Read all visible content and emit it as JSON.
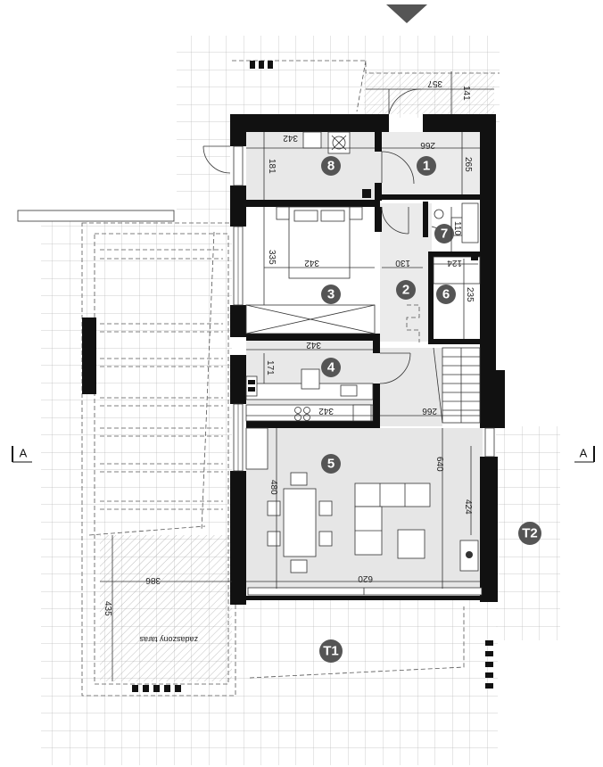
{
  "rooms": [
    {
      "id": "1",
      "num": "1",
      "badge": "badge-room-1"
    },
    {
      "id": "2",
      "num": "2",
      "badge": "badge-room-2"
    },
    {
      "id": "3",
      "num": "3",
      "badge": "badge-room-3"
    },
    {
      "id": "4",
      "num": "4",
      "badge": "badge-room-4"
    },
    {
      "id": "5",
      "num": "5",
      "badge": "badge-room-5"
    },
    {
      "id": "6",
      "num": "6",
      "badge": "badge-room-6"
    },
    {
      "id": "7",
      "num": "7",
      "badge": "badge-room-7"
    },
    {
      "id": "8",
      "num": "8",
      "badge": "badge-room-8"
    }
  ],
  "terraces": [
    {
      "id": "T1",
      "label": "T1"
    },
    {
      "id": "T2",
      "label": "T2"
    }
  ],
  "section_marks": {
    "left": "A",
    "right": "A"
  },
  "dimensions": {
    "d357": "357",
    "d141": "141",
    "d342_top": "342",
    "d266_top": "266",
    "d181": "181",
    "d265": "265",
    "d335": "335",
    "d342_bed": "342",
    "d130": "130",
    "d110": "110",
    "d124": "124",
    "d235": "235",
    "d342_kitchen": "342",
    "d171": "171",
    "d342_counter": "342",
    "d266_hall": "266",
    "d640": "640",
    "d480": "480",
    "d424": "424",
    "d620": "620",
    "d386": "386",
    "d435": "435"
  },
  "annotations": {
    "green_terrace": "zadaszony taras"
  },
  "colors": {
    "wall": "#111111",
    "badge": "#555555",
    "grid": "#bbbbbb",
    "hatch": "#999999"
  },
  "icons": [
    "north-arrow-icon",
    "section-arrow-icon"
  ]
}
